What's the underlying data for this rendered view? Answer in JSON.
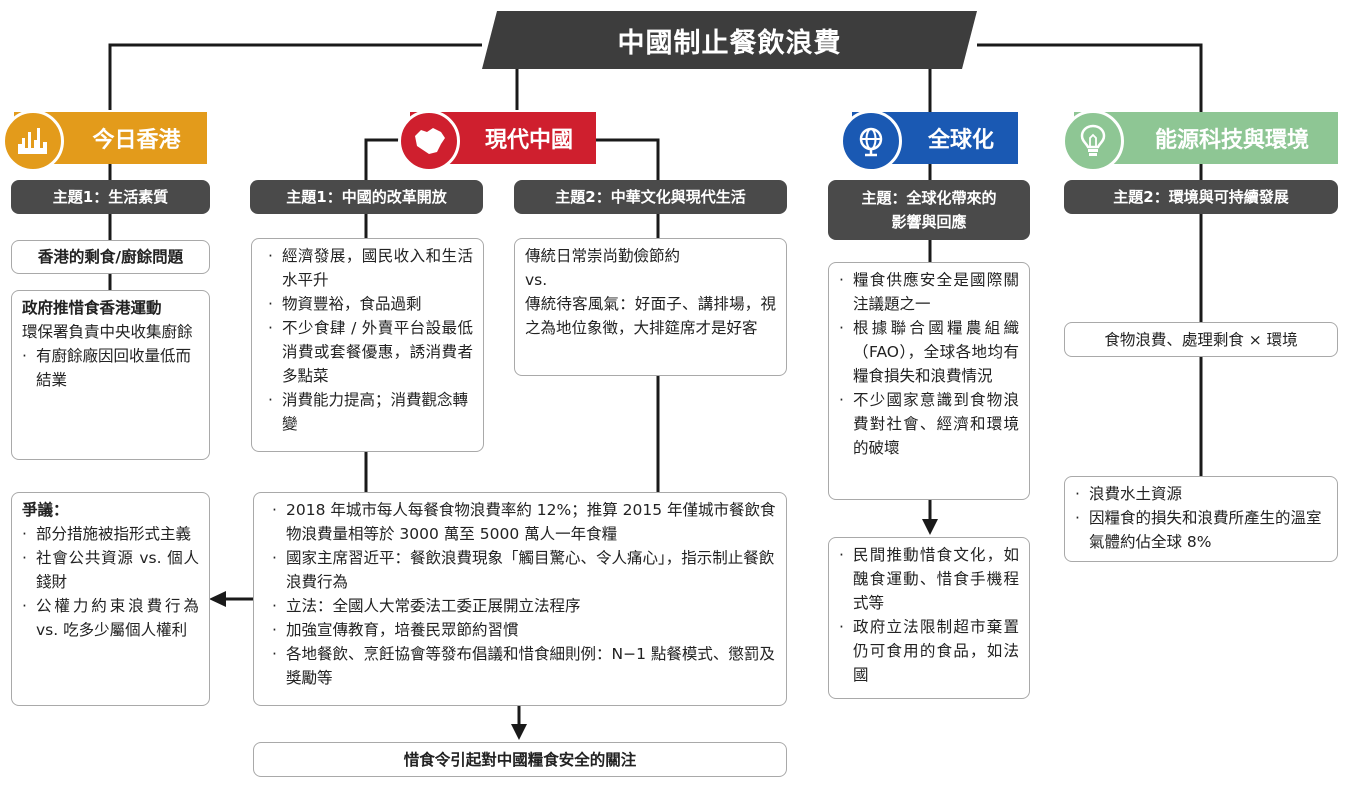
{
  "title": "中國制止餐飲浪費",
  "colors": {
    "banner": "#3d3d3d",
    "hk": "#e39b1b",
    "china": "#cf1f2e",
    "global": "#1a59b3",
    "energy": "#8ec694",
    "theme": "#4a4a4a",
    "line": "#1a1a1a"
  },
  "categories": {
    "hk": {
      "label": "今日香港",
      "icon": "city-skyline-icon"
    },
    "china": {
      "label": "現代中國",
      "icon": "china-map-icon"
    },
    "global": {
      "label": "全球化",
      "icon": "globe-icon"
    },
    "energy": {
      "label": "能源科技與環境",
      "icon": "lightbulb-icon"
    }
  },
  "themes": {
    "hk": "主題1：生活素質",
    "china1": "主題1：中國的改革開放",
    "china2": "主題2：中華文化與現代生活",
    "global_line1": "主題：全球化帶來的",
    "global_line2": "影響與回應",
    "energy": "主題2：環境與可持續發展"
  },
  "hk": {
    "issue": "香港的剩食/廚餘問題",
    "campaign_title": "政府推惜食香港運動",
    "campaign_text": "環保署負責中央收集廚餘",
    "campaign_points": [
      "有廚餘廠因回收量低而結業"
    ],
    "debate_title": "爭議：",
    "debate_points": [
      "部分措施被指形式主義",
      "社會公共資源 vs. 個人錢財",
      "公權力約束浪費行為 vs. 吃多少屬個人權利"
    ]
  },
  "china": {
    "reform_points": [
      "經濟發展，國民收入和生活水平升",
      "物資豐裕，食品過剩",
      "不少食肆 / 外賣平台設最低消費或套餐優惠，誘消費者多點菜",
      "消費能力提高；消費觀念轉變"
    ],
    "culture_line1": "傳統日常崇尚勤儉節約",
    "culture_vs": "vs.",
    "culture_line2": "傳統待客風氣：好面子、講排場，視之為地位象徵，大排筵席才是好客",
    "policy_points": [
      "2018 年城市每人每餐食物浪費率約 12%；推算 2015 年僅城市餐飲食物浪費量相等於 3000 萬至 5000 萬人一年食糧",
      "國家主席習近平：餐飲浪費現象「觸目驚心、令人痛心」，指示制止餐飲浪費行為",
      "立法：全國人大常委法工委正展開立法程序",
      "加強宣傳教育，培養民眾節約習慣",
      "各地餐飲、烹飪協會等發布倡議和惜食細則例：N−1 點餐模式、懲罰及獎勵等"
    ],
    "conclusion": "惜食令引起對中國糧食安全的關注"
  },
  "global": {
    "concern_points": [
      "糧食供應安全是國際關注議題之一",
      "根據聯合國糧農組織（FAO），全球各地均有糧食損失和浪費情況",
      "不少國家意識到食物浪費對社會、經濟和環境的破壞"
    ],
    "response_points": [
      "民間推動惜食文化，如醜食運動、惜食手機程式等",
      "政府立法限制超市棄置仍可食用的食品，如法國"
    ]
  },
  "energy": {
    "link": "食物浪費、處理剩食 × 環境",
    "impact_points": [
      "浪費水土資源",
      "因糧食的損失和浪費所產生的溫室氣體約佔全球 8%"
    ]
  }
}
